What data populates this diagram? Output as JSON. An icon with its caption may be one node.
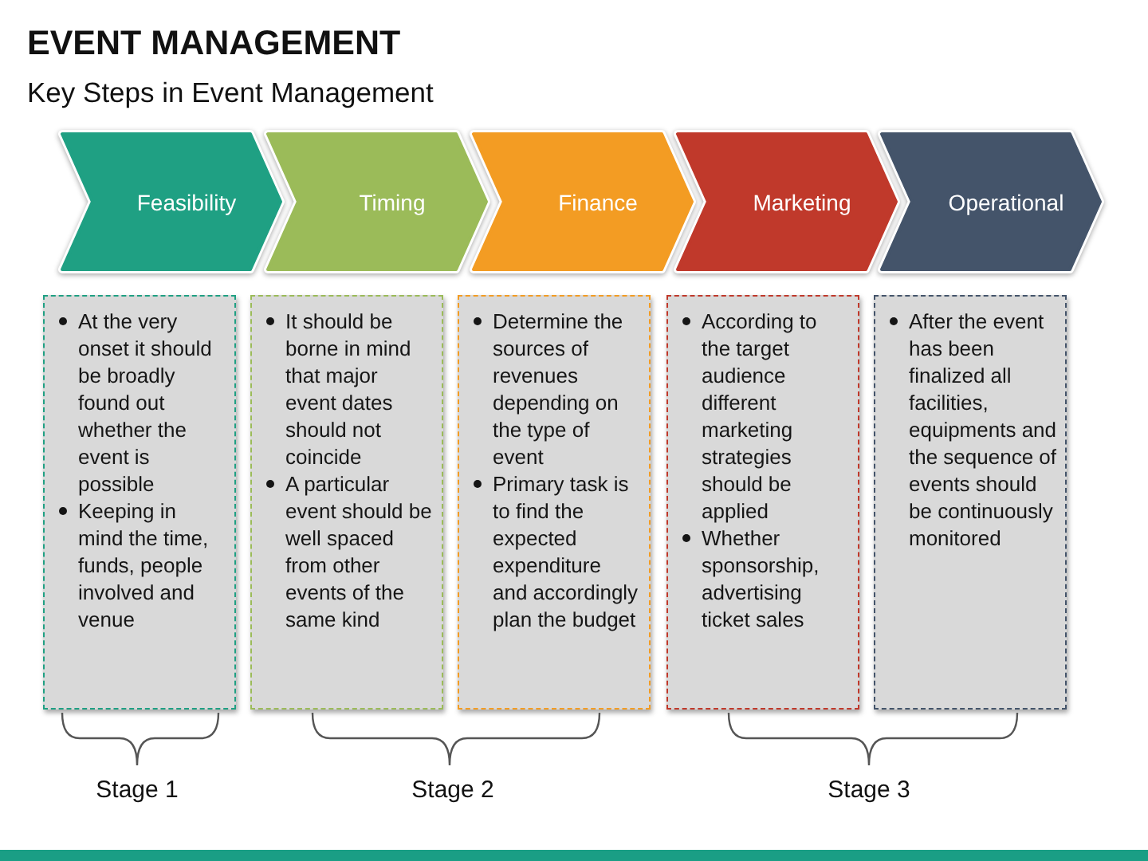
{
  "diagram": {
    "title": "EVENT MANAGEMENT",
    "nodes": [
      {
        "text": [
          "Feasibility"
        ]
      },
      {
        "text": [
          "Timing"
        ]
      },
      {
        "text": [
          "Finance"
        ]
      },
      {
        "text": [
          "Marketing"
        ]
      },
      {
        "text": [
          "Operational"
        ]
      },
      {
        "text": [
          "At the very onset it should be broadly found out whether the event is possible",
          "Keeping in mind the time, funds, people involved and venue"
        ]
      },
      {
        "text": [
          "It should be borne in mind that major event dates should not coincide",
          "A particular event should be well spaced from other events of the same kind"
        ]
      },
      {
        "text": [
          "Determine the sources of revenues depending on the type of event",
          "Primary task is to find the expected expenditure and accordingly plan the budget"
        ]
      },
      {
        "text": [
          "According to the target audience different marketing strategies should be applied",
          "Whether sponsorship, advertising ticket sales"
        ]
      },
      {
        "text": [
          "After the event has been finalized all facilities, equipments and the sequence of events should be continuously monitored"
        ]
      }
    ],
    "labels": [
      "Key Steps in Event Management",
      "Stage 1",
      "Stage 2",
      "Stage 3"
    ]
  }
}
